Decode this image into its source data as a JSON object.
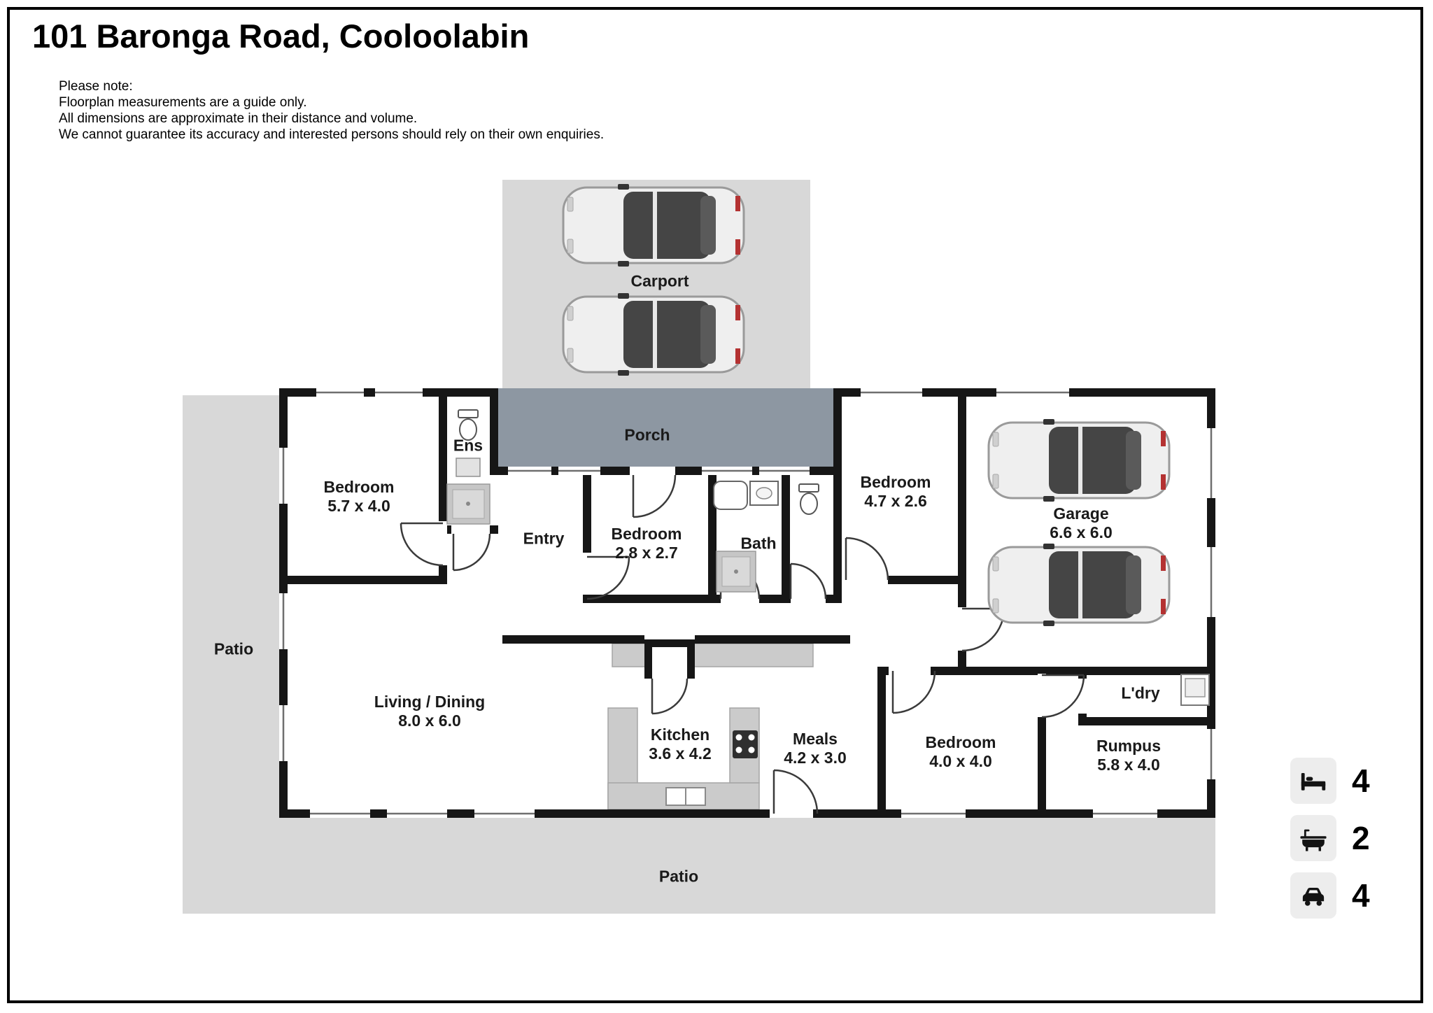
{
  "page": {
    "title": "101 Baronga Road, Cooloolabin",
    "note_lines": [
      "Please note:",
      "Floorplan measurements are a guide only.",
      "All dimensions are approximate in their distance and volume.",
      "We cannot guarantee its accuracy and interested persons should rely on their own enquiries."
    ]
  },
  "rooms": {
    "carport": {
      "name": "Carport"
    },
    "porch": {
      "name": "Porch"
    },
    "patio_left": {
      "name": "Patio"
    },
    "patio_bottom": {
      "name": "Patio"
    },
    "bedroom_1": {
      "name": "Bedroom",
      "dims": "5.7 x 4.0"
    },
    "ensuite": {
      "name": "Ens"
    },
    "entry": {
      "name": "Entry"
    },
    "bedroom_2": {
      "name": "Bedroom",
      "dims": "2.8 x 2.7"
    },
    "bath": {
      "name": "Bath"
    },
    "bedroom_3": {
      "name": "Bedroom",
      "dims": "4.7 x 2.6"
    },
    "garage": {
      "name": "Garage",
      "dims": "6.6 x 6.0"
    },
    "living_dining": {
      "name": "Living / Dining",
      "dims": "8.0 x 6.0"
    },
    "kitchen": {
      "name": "Kitchen",
      "dims": "3.6 x 4.2"
    },
    "meals": {
      "name": "Meals",
      "dims": "4.2 x 3.0"
    },
    "bedroom_4": {
      "name": "Bedroom",
      "dims": "4.0 x 4.0"
    },
    "laundry": {
      "name": "L'dry"
    },
    "rumpus": {
      "name": "Rumpus",
      "dims": "5.8 x 4.0"
    }
  },
  "legend": {
    "bedrooms": {
      "icon": "bed-icon",
      "count": "4"
    },
    "bathrooms": {
      "icon": "bath-icon",
      "count": "2"
    },
    "cars": {
      "icon": "car-icon",
      "count": "4"
    }
  },
  "colors": {
    "area_gray": "#d8d8d8",
    "porch_gray": "#8d97a2",
    "counter_gray": "#cbcbcb",
    "wall": "#161616"
  }
}
